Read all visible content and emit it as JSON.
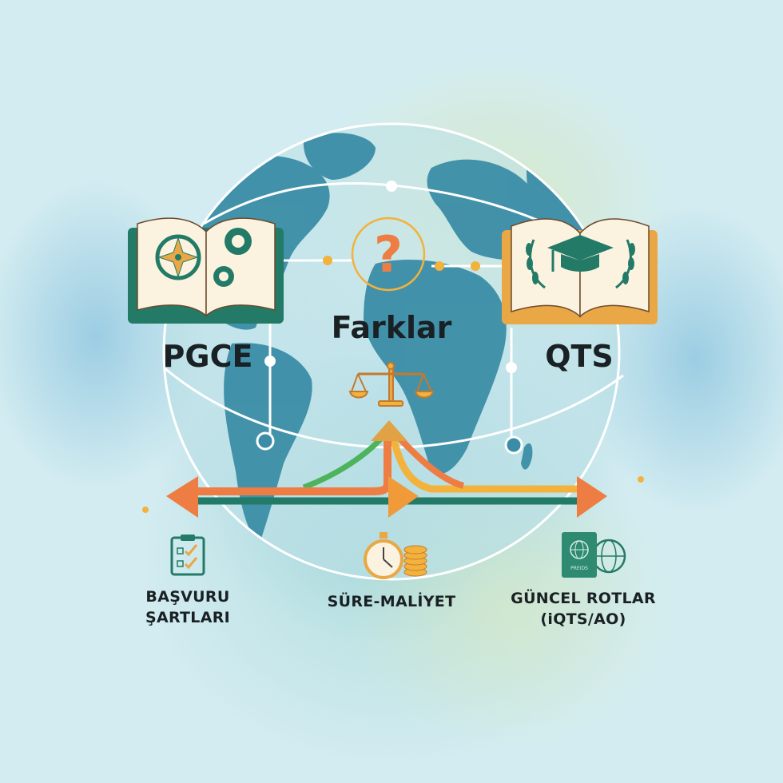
{
  "title": "Farklar",
  "left": {
    "label": "PGCE",
    "icon": "open-book-compass-gears-icon",
    "color": "#237a67"
  },
  "right": {
    "label": "QTS",
    "icon": "open-book-graduation-cap-laurel-icon",
    "color": "#e9a845"
  },
  "center": {
    "icons": [
      "question-mark-icon",
      "balance-scale-icon"
    ]
  },
  "bottom_items": [
    {
      "label_line1": "BAŞVURU",
      "label_line2": "ŞARTLARI",
      "icon": "clipboard-checklist-icon"
    },
    {
      "label_line1": "SÜRE-MALİYET",
      "label_line2": "",
      "icon": "stopwatch-coins-icon"
    },
    {
      "label_line1": "GÜNCEL ROTLAR",
      "label_line2": "(iQTS/AO)",
      "icon": "passport-globe-icon"
    }
  ],
  "passport_text": "PREIDS",
  "colors": {
    "teal": "#237a67",
    "orange": "#ee7d43",
    "yellow": "#f2b23c",
    "green": "#4db35c",
    "globe_land": "#3b8da7",
    "text": "#1a2124"
  }
}
